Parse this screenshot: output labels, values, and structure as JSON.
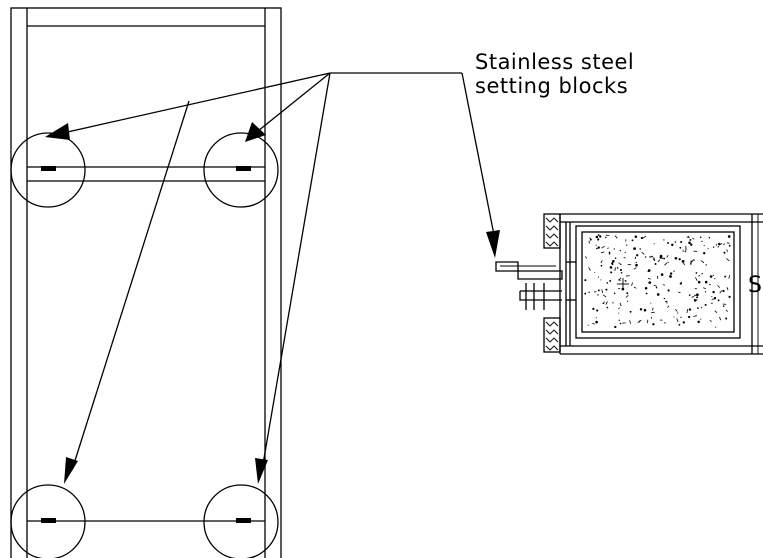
{
  "callout": {
    "line1": "Stainless steel",
    "line2": "setting blocks"
  },
  "section_edge_glyph": "S"
}
